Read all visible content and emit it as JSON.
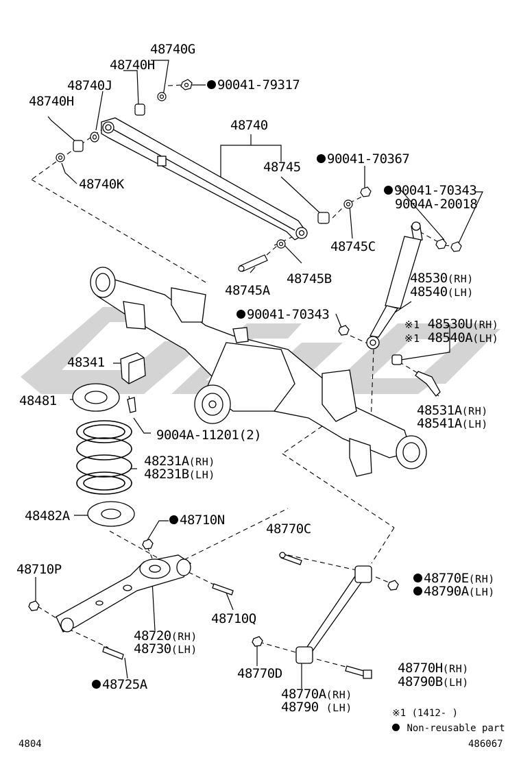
{
  "diagram_id": "4804",
  "ref_code": "486067",
  "notes": {
    "note1_mark": "※1",
    "note1_text": "(1412-    )",
    "nonreusable_text": "Non-reusable part"
  },
  "colors": {
    "line": "#000000",
    "watermark": "#d4d4d4",
    "part_fill": "#ffffff"
  },
  "icons": {
    "nonreusable": "filled-circle-icon",
    "note": "asterisk-note-icon"
  },
  "labels": {
    "p48740G": "48740G",
    "p48740H_top": "48740H",
    "p48740J": "48740J",
    "p48740H_left": "48740H",
    "p90041_79317": "90041-79317",
    "p48740": "48740",
    "p48740K": "48740K",
    "p48745": "48745",
    "p90041_70367": "90041-70367",
    "p90041_70343_a": "90041-70343",
    "p9004A_20018": "9004A-20018",
    "p48745C": "48745C",
    "p48745A": "48745A",
    "p48745B": "48745B",
    "p48530": "48530",
    "p48530_sfx": "(RH)",
    "p48540": "48540",
    "p48540_sfx": "(LH)",
    "p90041_70343_b": "90041-70343",
    "p48530U": "48530U",
    "p48530U_sfx": "(RH)",
    "p48540A": "48540A",
    "p48540A_sfx": "(LH)",
    "p48341": "48341",
    "p48481": "48481",
    "p9004A_11201": "9004A-11201(2)",
    "p48531A": "48531A",
    "p48531A_sfx": "(RH)",
    "p48541A": "48541A",
    "p48541A_sfx": "(LH)",
    "p48231A": "48231A",
    "p48231A_sfx": "(RH)",
    "p48231B": "48231B",
    "p48231B_sfx": "(LH)",
    "p48482A": "48482A",
    "p48710N": "48710N",
    "p48770C": "48770C",
    "p48710P": "48710P",
    "p48770E": "48770E",
    "p48770E_sfx": "(RH)",
    "p48790A": "48790A",
    "p48790A_sfx": "(LH)",
    "p48710Q": "48710Q",
    "p48720": "48720",
    "p48720_sfx": "(RH)",
    "p48730": "48730",
    "p48730_sfx": "(LH)",
    "p48770D": "48770D",
    "p48770H": "48770H",
    "p48770H_sfx": "(RH)",
    "p48790B": "48790B",
    "p48790B_sfx": "(LH)",
    "p48725A": "48725A",
    "p48770A": "48770A",
    "p48770A_sfx": "(RH)",
    "p48790": "48790",
    "p48790_sfx": "(LH)"
  }
}
